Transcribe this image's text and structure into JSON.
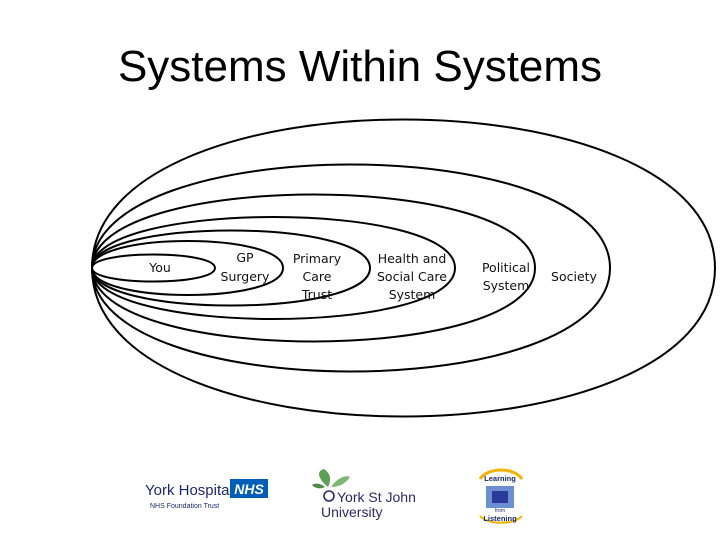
{
  "title": "Systems Within Systems",
  "diagram": {
    "layers": [
      {
        "lines": [
          "You"
        ]
      },
      {
        "lines": [
          "GP",
          "Surgery"
        ]
      },
      {
        "lines": [
          "Primary",
          "Care",
          "Trust"
        ]
      },
      {
        "lines": [
          "Health and",
          "Social Care",
          "System"
        ]
      },
      {
        "lines": [
          "Political",
          "System"
        ]
      },
      {
        "lines": [
          "Society"
        ]
      }
    ]
  },
  "logos": {
    "york_hospitals": {
      "name": "York Hospitals",
      "badge": "NHS",
      "sub": "NHS Foundation Trust"
    },
    "york_st_john": {
      "line1": "York St John",
      "line2": "University"
    },
    "learning": {
      "top": "Learning",
      "mid": "from",
      "bottom": "Listening"
    }
  }
}
